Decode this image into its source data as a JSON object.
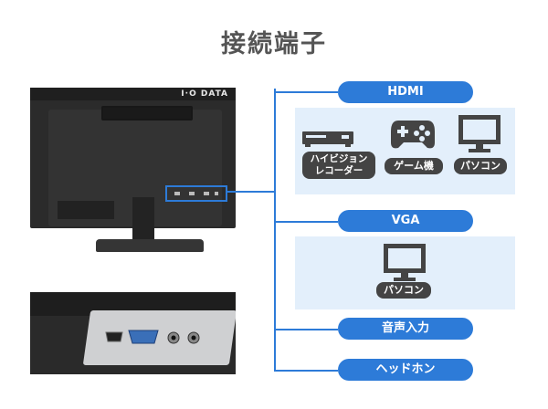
{
  "title": "接続端子",
  "monitor": {
    "brand": "I·O DATA"
  },
  "sections": [
    {
      "label": "HDMI",
      "devices": [
        {
          "icon": "blu-ray-recorder-icon",
          "label": "ハイビジョン\nレコーダー"
        },
        {
          "icon": "game-controller-icon",
          "label": "ゲーム機"
        },
        {
          "icon": "pc-monitor-icon",
          "label": "パソコン"
        }
      ]
    },
    {
      "label": "VGA",
      "devices": [
        {
          "icon": "pc-monitor-icon",
          "label": "パソコン"
        }
      ]
    },
    {
      "label": "音声入力",
      "devices": []
    },
    {
      "label": "ヘッドホン",
      "devices": []
    }
  ],
  "colors": {
    "accent": "#2d7bd8",
    "section_bg": "#e3effb",
    "label_bg": "#444444"
  }
}
